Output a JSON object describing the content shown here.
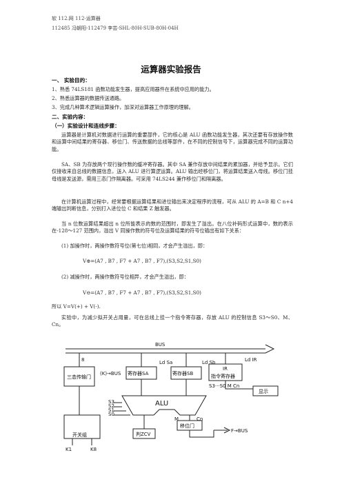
{
  "header": {
    "line1": "软 112.网 112-运算器",
    "line2": "112485 冯朝阳-112479 李芸-SHL-80H-SUB-80H-04H"
  },
  "title": "运算器实验报告",
  "sections": {
    "s1_title": "一、    实验目的：",
    "s1_items": [
      "1、熟悉 74LS181 函数功能发生器，提高应用器件在系统中应用的能力。",
      "2、熟悉运算器的数据传送通路。",
      "3、完成几种算术逻辑运算操作，加深对运算器工作原理的理解。"
    ],
    "s2_title": "二、实验内容：",
    "s2_sub": "（一）实验设计和连线步骤：",
    "p1": "运算器是计算机对数据进行运算的重要部件，它的核心是 ALU 函数功能发生器，其次还要有存放操作数和运算中间结果的寄存器、移位门、传送数据的总线等部件，在不同的控制信号下，运算器完成不同的运算功能。",
    "p2": "SA、SB 为存放两个现行操作数的缓冲寄存器。其中 SA 兼作存放中间结果的累加器，并给予显示。它们仅接收来自总线的数据信息，送入 ALU 进行算逻运算。ALU 输出经移位门，将运算结果送入母线。移位门挂母线是发送源，需用三态门作隔离器。可采用 74LS244 兼作移位门和隔离器。",
    "p3": "在计算机运算过程中，经常要根据运算结果和进位输出来决定程序的流程，可从 ALU 的 A=B 和 C n+4 端输出判断信息，分别打入进位位 C 和结果 Z 触发器。",
    "p4": "当 n 位数运算结果超出 n 位所能表示的数的范围时，即发生了溢出。在八位补码形式运算中，数的表示在-128～127 范围内，溢出 V 同操作数的符号位及运算结果的符号位输出有如下关系：",
    "p5": "(1) 加操作时，两操作数符号位(第七位)相同，才会产生溢出，即：",
    "f1": "V⊕=(A7 , B7 , F7 + A7 , B7 , F7),(S3,S2,S1,S0)",
    "p6": "(2) 减操作时，两操作数符号位相异，才会产生溢出，即：",
    "f2": "V⊖=(A7 , B7 , F7 + A7 , B7 , F7),(S3,S2,S1,S0)",
    "p7": "所以 V=V(+) + V(-).",
    "p8": "实验中，为减少拟开关占用量，可在总线上挂一个指令寄存器，存放 ALU 的控制信息 S3～S0、M、Cn。"
  },
  "diagram": {
    "bus": "BUS",
    "tristate": "三态传输门",
    "kbus": "(K)→BUS",
    "regA": "寄存器SA",
    "regB": "寄存器SB",
    "ldsa": "Ld Sa",
    "ldsb": "Ld Sb",
    "ir": "IR",
    "ir_label": "指令寄存器",
    "ldir": "Ld IR",
    "irout": "S3···S0 M Cn",
    "display": "显示",
    "alu": "ALU",
    "shift": "移位门",
    "fbus": "F→BUS",
    "zero": "判ZCV",
    "switch": "开关组",
    "k1": "K1",
    "k8": "K8",
    "n8": "8",
    "ctrl": [
      "S3",
      "S2",
      "S1",
      "S0"
    ],
    "m": "M",
    "cn": "Cn"
  }
}
